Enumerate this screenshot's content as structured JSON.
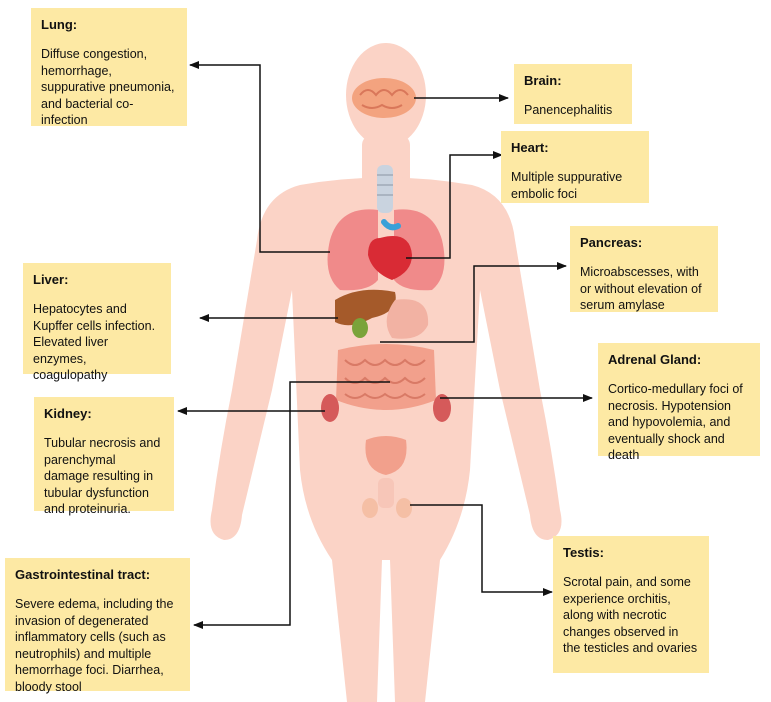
{
  "colors": {
    "box_fill": "#fde9a4",
    "body_skin": "#fbd3c6",
    "lung": "#f08a8a",
    "heart": "#d92b35",
    "liver": "#a55a2a",
    "intestine": "#f2a08c",
    "arrow": "#111111"
  },
  "organs": {
    "lung": {
      "title": "Lung:",
      "body": "Diffuse congestion, hemorrhage, suppurative pneumonia, and bacterial co-infection"
    },
    "brain": {
      "title": "Brain:",
      "body": "Panencephalitis"
    },
    "heart": {
      "title": "Heart:",
      "body": "Multiple suppurative embolic foci"
    },
    "pancreas": {
      "title": "Pancreas:",
      "body": "Microabscesses, with or without elevation of serum amylase"
    },
    "liver": {
      "title": "Liver:",
      "body": "Hepatocytes and Kupffer cells infection. Elevated liver enzymes, coagulopathy"
    },
    "adrenal": {
      "title": "Adrenal Gland:",
      "body": "Cortico-medullary foci of necrosis. Hypotension and hypovolemia, and eventually shock and death"
    },
    "kidney": {
      "title": "Kidney:",
      "body": "Tubular necrosis and parenchymal damage resulting in tubular dysfunction and proteinuria."
    },
    "gi": {
      "title": "Gastrointestinal tract:",
      "body": "Severe edema, including the invasion of degenerated inflammatory cells (such as neutrophils) and multiple hemorrhage foci. Diarrhea, bloody stool"
    },
    "testis": {
      "title": "Testis:",
      "body": "Scrotal pain, and some experience orchitis, along with necrotic changes observed in the testicles and ovaries"
    }
  }
}
